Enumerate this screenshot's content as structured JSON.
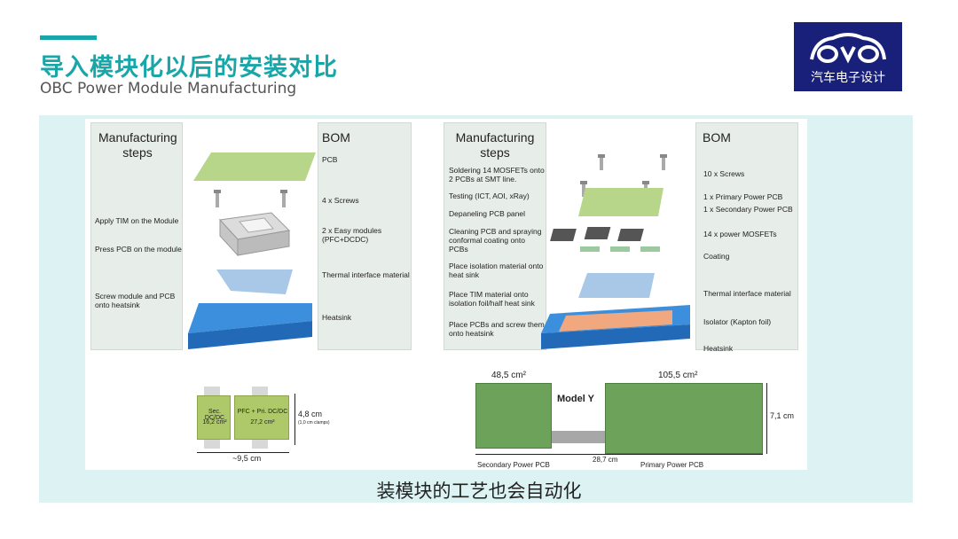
{
  "header": {
    "title": "导入模块化以后的安装对比",
    "subtitle": "OBC Power Module Manufacturing"
  },
  "logo": {
    "text": "汽车电子设计",
    "icon": "car-logo-icon",
    "bg": "#18207a"
  },
  "colors": {
    "accent": "#1aa6a8",
    "band": "#dcf2f3",
    "panel": "#e7ede9",
    "pcb": "#b8d68a",
    "heatsink": "#2f7fcf",
    "tim": "#a9c7e6",
    "copper": "#f1a87e"
  },
  "left_diagram": {
    "steps_title": "Manufacturing steps",
    "steps": [
      "Apply TIM on the Module",
      "Press PCB on the module",
      "Screw module and PCB onto heatsink"
    ],
    "bom_title": "BOM",
    "bom": [
      "PCB",
      "4 x Screws",
      "2 x Easy modules (PFC+DCDC)",
      "Thermal interface material",
      "Heatsink"
    ]
  },
  "right_diagram": {
    "steps_title": "Manufacturing steps",
    "steps": [
      "Soldering 14 MOSFETs onto 2 PCBs at SMT line.",
      "Testing (ICT, AOI, xRay)",
      "Depaneling PCB panel",
      "Cleaning PCB and spraying conformal coating onto PCBs",
      "Place isolation material onto heat sink",
      "Place TIM material onto isolation foil/half heat sink",
      "Place PCBs and screw them onto heatsink"
    ],
    "bom_title": "BOM",
    "bom": [
      "10 x Screws",
      "1 x Primary Power PCB",
      "1 x Secondary Power PCB",
      "14 x power MOSFETs",
      "Coating",
      "Thermal interface material",
      "Isolator (Kapton foil)",
      "Heatsink"
    ]
  },
  "left_photo": {
    "module1_l1": "Sec. DC/DC",
    "module1_l2": "16,2 cm²",
    "module2_l1": "PFC + Pri. DC/DC",
    "module2_l2": "27,2 cm²",
    "height": "4,8 cm",
    "height_note": "(1,0 cm clamps)",
    "width": "~9,5 cm"
  },
  "right_photo": {
    "area_secondary": "48,5 cm²",
    "area_primary": "105,5 cm²",
    "model": "Model Y",
    "height": "7,1 cm",
    "width": "28,7 cm",
    "label_secondary": "Secondary Power PCB",
    "label_primary": "Primary Power PCB"
  },
  "caption": "装模块的工艺也会自动化"
}
